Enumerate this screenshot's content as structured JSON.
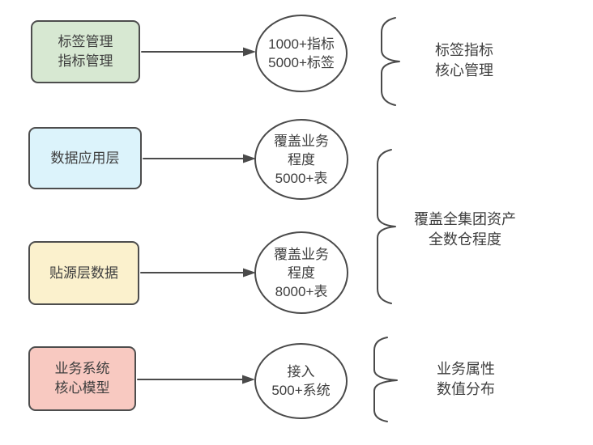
{
  "theme": {
    "stroke": "#4a4a4a",
    "text": "#3e3e3e",
    "background": "#ffffff"
  },
  "rows": [
    {
      "box": {
        "lines": [
          "标签管理",
          "指标管理"
        ],
        "fill": "#d7e8d2"
      },
      "ellipse": {
        "lines": [
          "1000+指标",
          "5000+标签"
        ]
      }
    },
    {
      "box": {
        "lines": [
          "数据应用层"
        ],
        "fill": "#dcf3fb"
      },
      "ellipse": {
        "lines": [
          "覆盖业务",
          "程度",
          "5000+表"
        ]
      }
    },
    {
      "box": {
        "lines": [
          "贴源层数据"
        ],
        "fill": "#fbf1cd"
      },
      "ellipse": {
        "lines": [
          "覆盖业务",
          "程度",
          "8000+表"
        ]
      }
    },
    {
      "box": {
        "lines": [
          "业务系统",
          "核心模型"
        ],
        "fill": "#f8c9c1"
      },
      "ellipse": {
        "lines": [
          "接入",
          "500+系统"
        ]
      }
    }
  ],
  "braces": [
    {
      "label_lines": [
        "标签指标",
        "核心管理"
      ]
    },
    {
      "label_lines": [
        "覆盖全集团资产",
        "全数仓程度"
      ]
    },
    {
      "label_lines": [
        "业务属性",
        "数值分布"
      ]
    }
  ]
}
